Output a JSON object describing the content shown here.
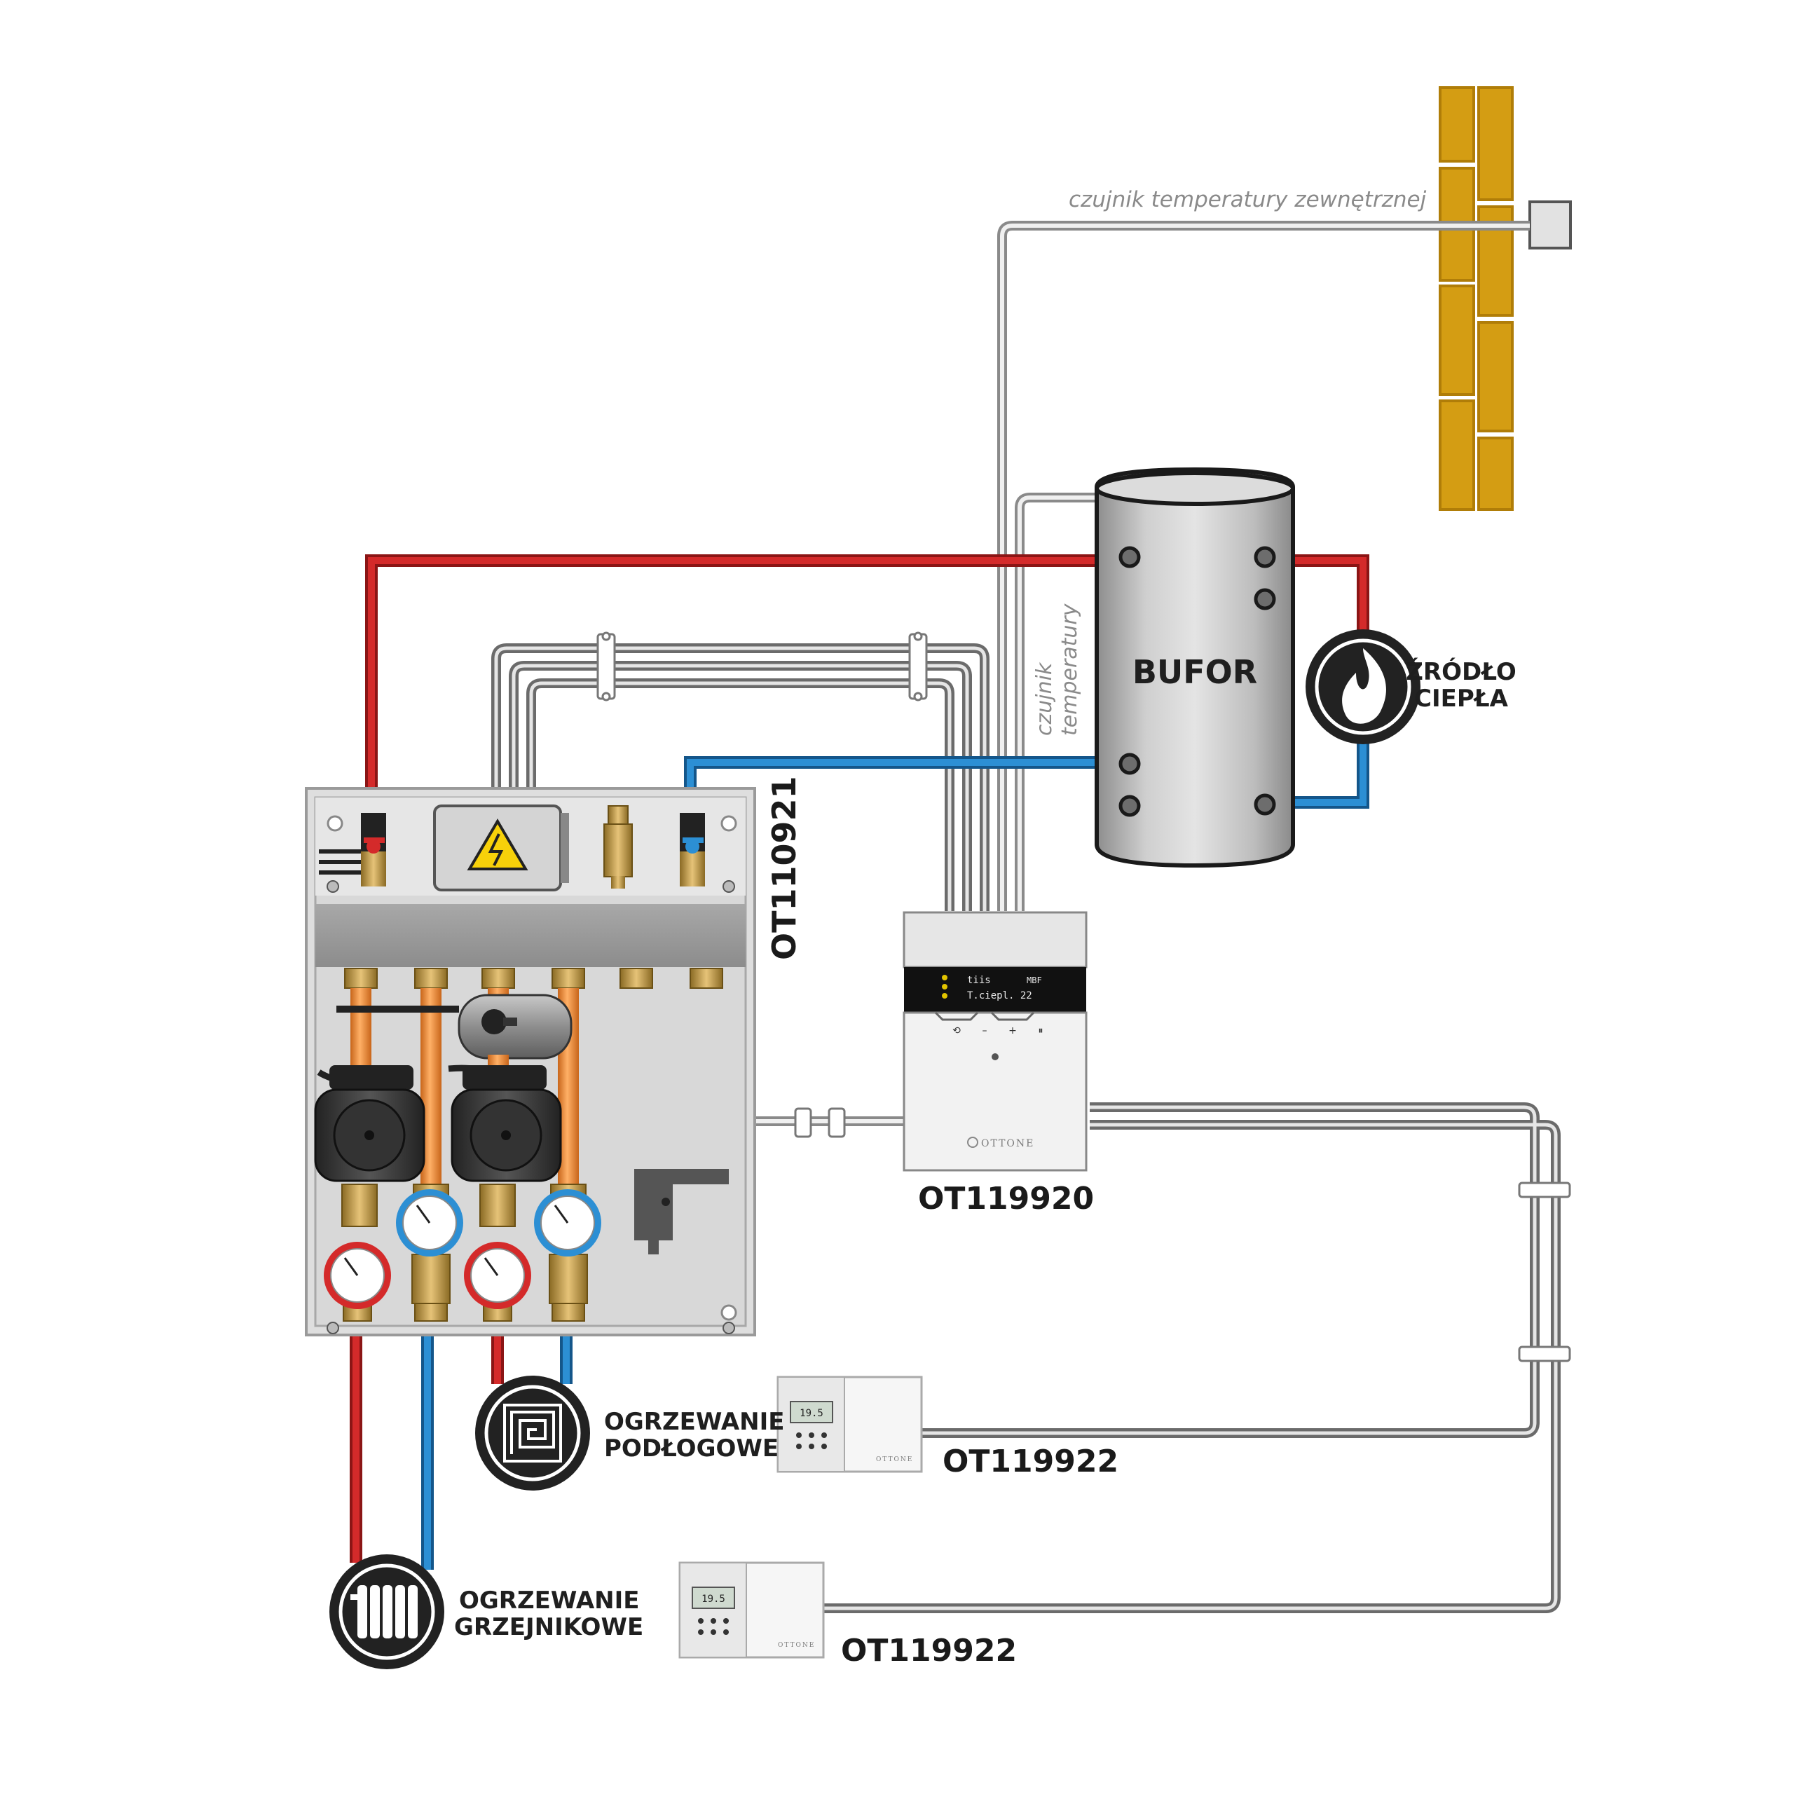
{
  "labels": {
    "outdoor_sensor": "czujnik temperatury zewnętrznej",
    "temp_sensor_line1": "czujnik",
    "temp_sensor_line2": "temperatury",
    "buffer": "BUFOR",
    "heat_source_line1": "ŹRÓDŁO",
    "heat_source_line2": "CIEPŁA",
    "floor_heating_line1": "OGRZEWANIE",
    "floor_heating_line2": "PODŁOGOWE",
    "radiator_heating_line1": "OGRZEWANIE",
    "radiator_heating_line2": "GRZEJNIKOWE"
  },
  "codes": {
    "mixing_unit": "OT110921",
    "controller": "OT119920",
    "room_thermostat_1": "OT119922",
    "room_thermostat_2": "OT119922"
  },
  "controller_display": {
    "line1": "tiis",
    "line1_right": "MBF",
    "line2": "T.ciepl. 22",
    "buttons": [
      "⟲",
      "–",
      "+",
      "⏸"
    ],
    "brand": "OTTONE"
  },
  "thermostat_display": {
    "reading": "19.5",
    "brand": "OTTONE"
  },
  "colors": {
    "hot_pipe": "#d42a2a",
    "cold_pipe": "#2c8fd4",
    "cable": "#6b6b6b",
    "cable_light": "#b8b8b8",
    "brick": "#d49d13",
    "copper_pipe": "#f08c2a",
    "brass": "#c9a24a"
  }
}
